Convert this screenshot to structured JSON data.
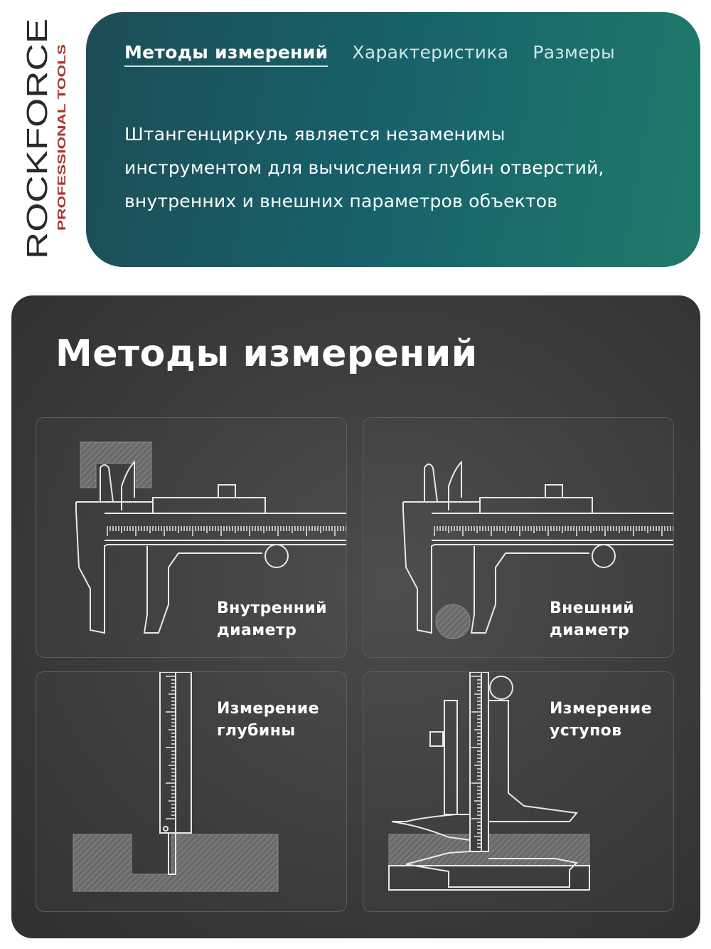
{
  "brand": {
    "name": "ROCKFORCE",
    "tagline": "PROFESSIONAL TOOLS",
    "accent_color": "#b2322c"
  },
  "tabs": [
    {
      "label": "Методы измерений",
      "active": true
    },
    {
      "label": "Характеристика",
      "active": false
    },
    {
      "label": "Размеры",
      "active": false
    }
  ],
  "banner": {
    "lines": [
      "Штангенциркуль является незаменимы",
      "инструментом для вычисления глубин отверстий,",
      "внутренних и внешних параметров объектов"
    ]
  },
  "panel": {
    "title": "Методы измерений",
    "cards": [
      {
        "label": "Внутренний\nдиаметр",
        "icon": "caliper-inner-diameter"
      },
      {
        "label": "Внешний\nдиаметр",
        "icon": "caliper-outer-diameter"
      },
      {
        "label": "Измерение\nглубины",
        "icon": "caliper-depth"
      },
      {
        "label": "Измерение\nуступов",
        "icon": "caliper-step"
      }
    ]
  }
}
